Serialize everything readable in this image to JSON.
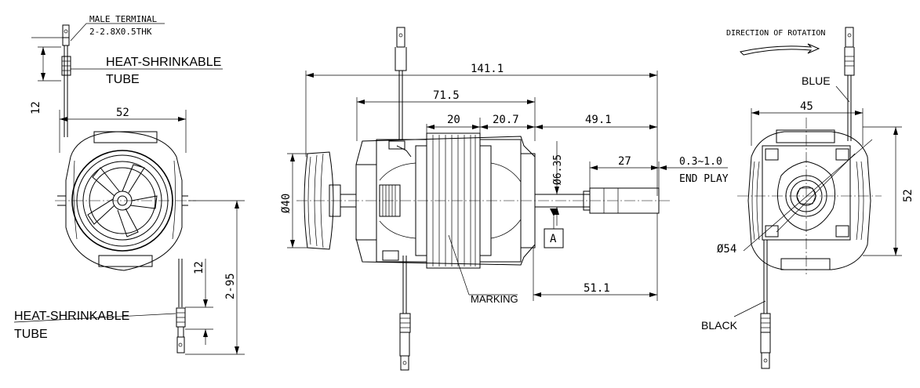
{
  "colors": {
    "ink": "#000000",
    "paper": "#ffffff"
  },
  "left_view": {
    "male_terminal_label": "MALE TERMINAL",
    "male_terminal_spec": "2-2.8X0.5THK",
    "heat_tube_top_1": "HEAT-SHRINKABLE",
    "heat_tube_top_2": "TUBE",
    "heat_tube_bottom_1": "HEAT-SHRINKABLE",
    "heat_tube_bottom_2": "TUBE",
    "dim_width": "52",
    "dim_top_12": "12",
    "dim_bottom_12": "12",
    "dim_lead": "2-95"
  },
  "center_view": {
    "dim_overall": "141.1",
    "dim_body": "71.5",
    "dim_20": "20",
    "dim_20_7": "20.7",
    "dim_49_1": "49.1",
    "dim_shaft_dia": "Ø6.35",
    "dim_27": "27",
    "dim_end_play": "0.3~1.0",
    "end_play_label": "END PLAY",
    "dim_dia40": "Ø40",
    "datum": "A",
    "marking": "MARKING",
    "dim_51_1": "51.1"
  },
  "right_view": {
    "direction_label": "DIRECTION OF ROTATION",
    "blue": "BLUE",
    "black": "BLACK",
    "dim_45": "45",
    "dim_52": "52",
    "dim_dia54": "Ø54"
  }
}
